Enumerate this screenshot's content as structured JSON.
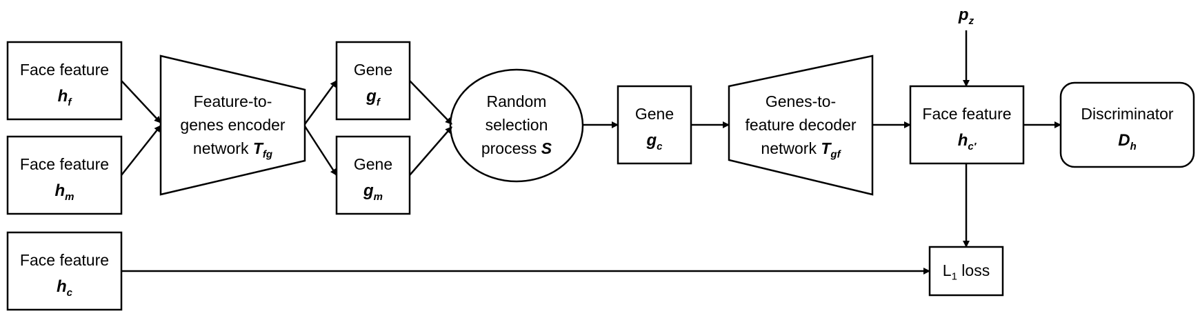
{
  "nodes": {
    "face_f": {
      "label": "Face feature",
      "sym": "h",
      "sub": "f"
    },
    "face_m": {
      "label": "Face feature",
      "sym": "h",
      "sub": "m"
    },
    "face_c": {
      "label": "Face feature",
      "sym": "h",
      "sub": "c"
    },
    "encoder": {
      "line1": "Feature-to-",
      "line2": "genes encoder",
      "line3": "network",
      "sym": "T",
      "sub": "fg"
    },
    "gene_f": {
      "label": "Gene",
      "sym": "g",
      "sub": "f"
    },
    "gene_m": {
      "label": "Gene",
      "sym": "g",
      "sub": "m"
    },
    "random": {
      "line1": "Random",
      "line2": "selection",
      "line3": "process",
      "sym": "S"
    },
    "gene_c": {
      "label": "Gene",
      "sym": "g",
      "sub": "c"
    },
    "decoder": {
      "line1": "Genes-to-",
      "line2": "feature decoder",
      "line3": "network",
      "sym": "T",
      "sub": "gf"
    },
    "face_cp": {
      "label": "Face feature",
      "sym": "h",
      "sub": "c′"
    },
    "discriminator": {
      "label": "Discriminator",
      "sym": "D",
      "sub": "h"
    },
    "pz": {
      "sym": "p",
      "sub": "z"
    },
    "l1": {
      "label_pre": "L",
      "label_sub": "1",
      "label_post": " loss"
    }
  }
}
